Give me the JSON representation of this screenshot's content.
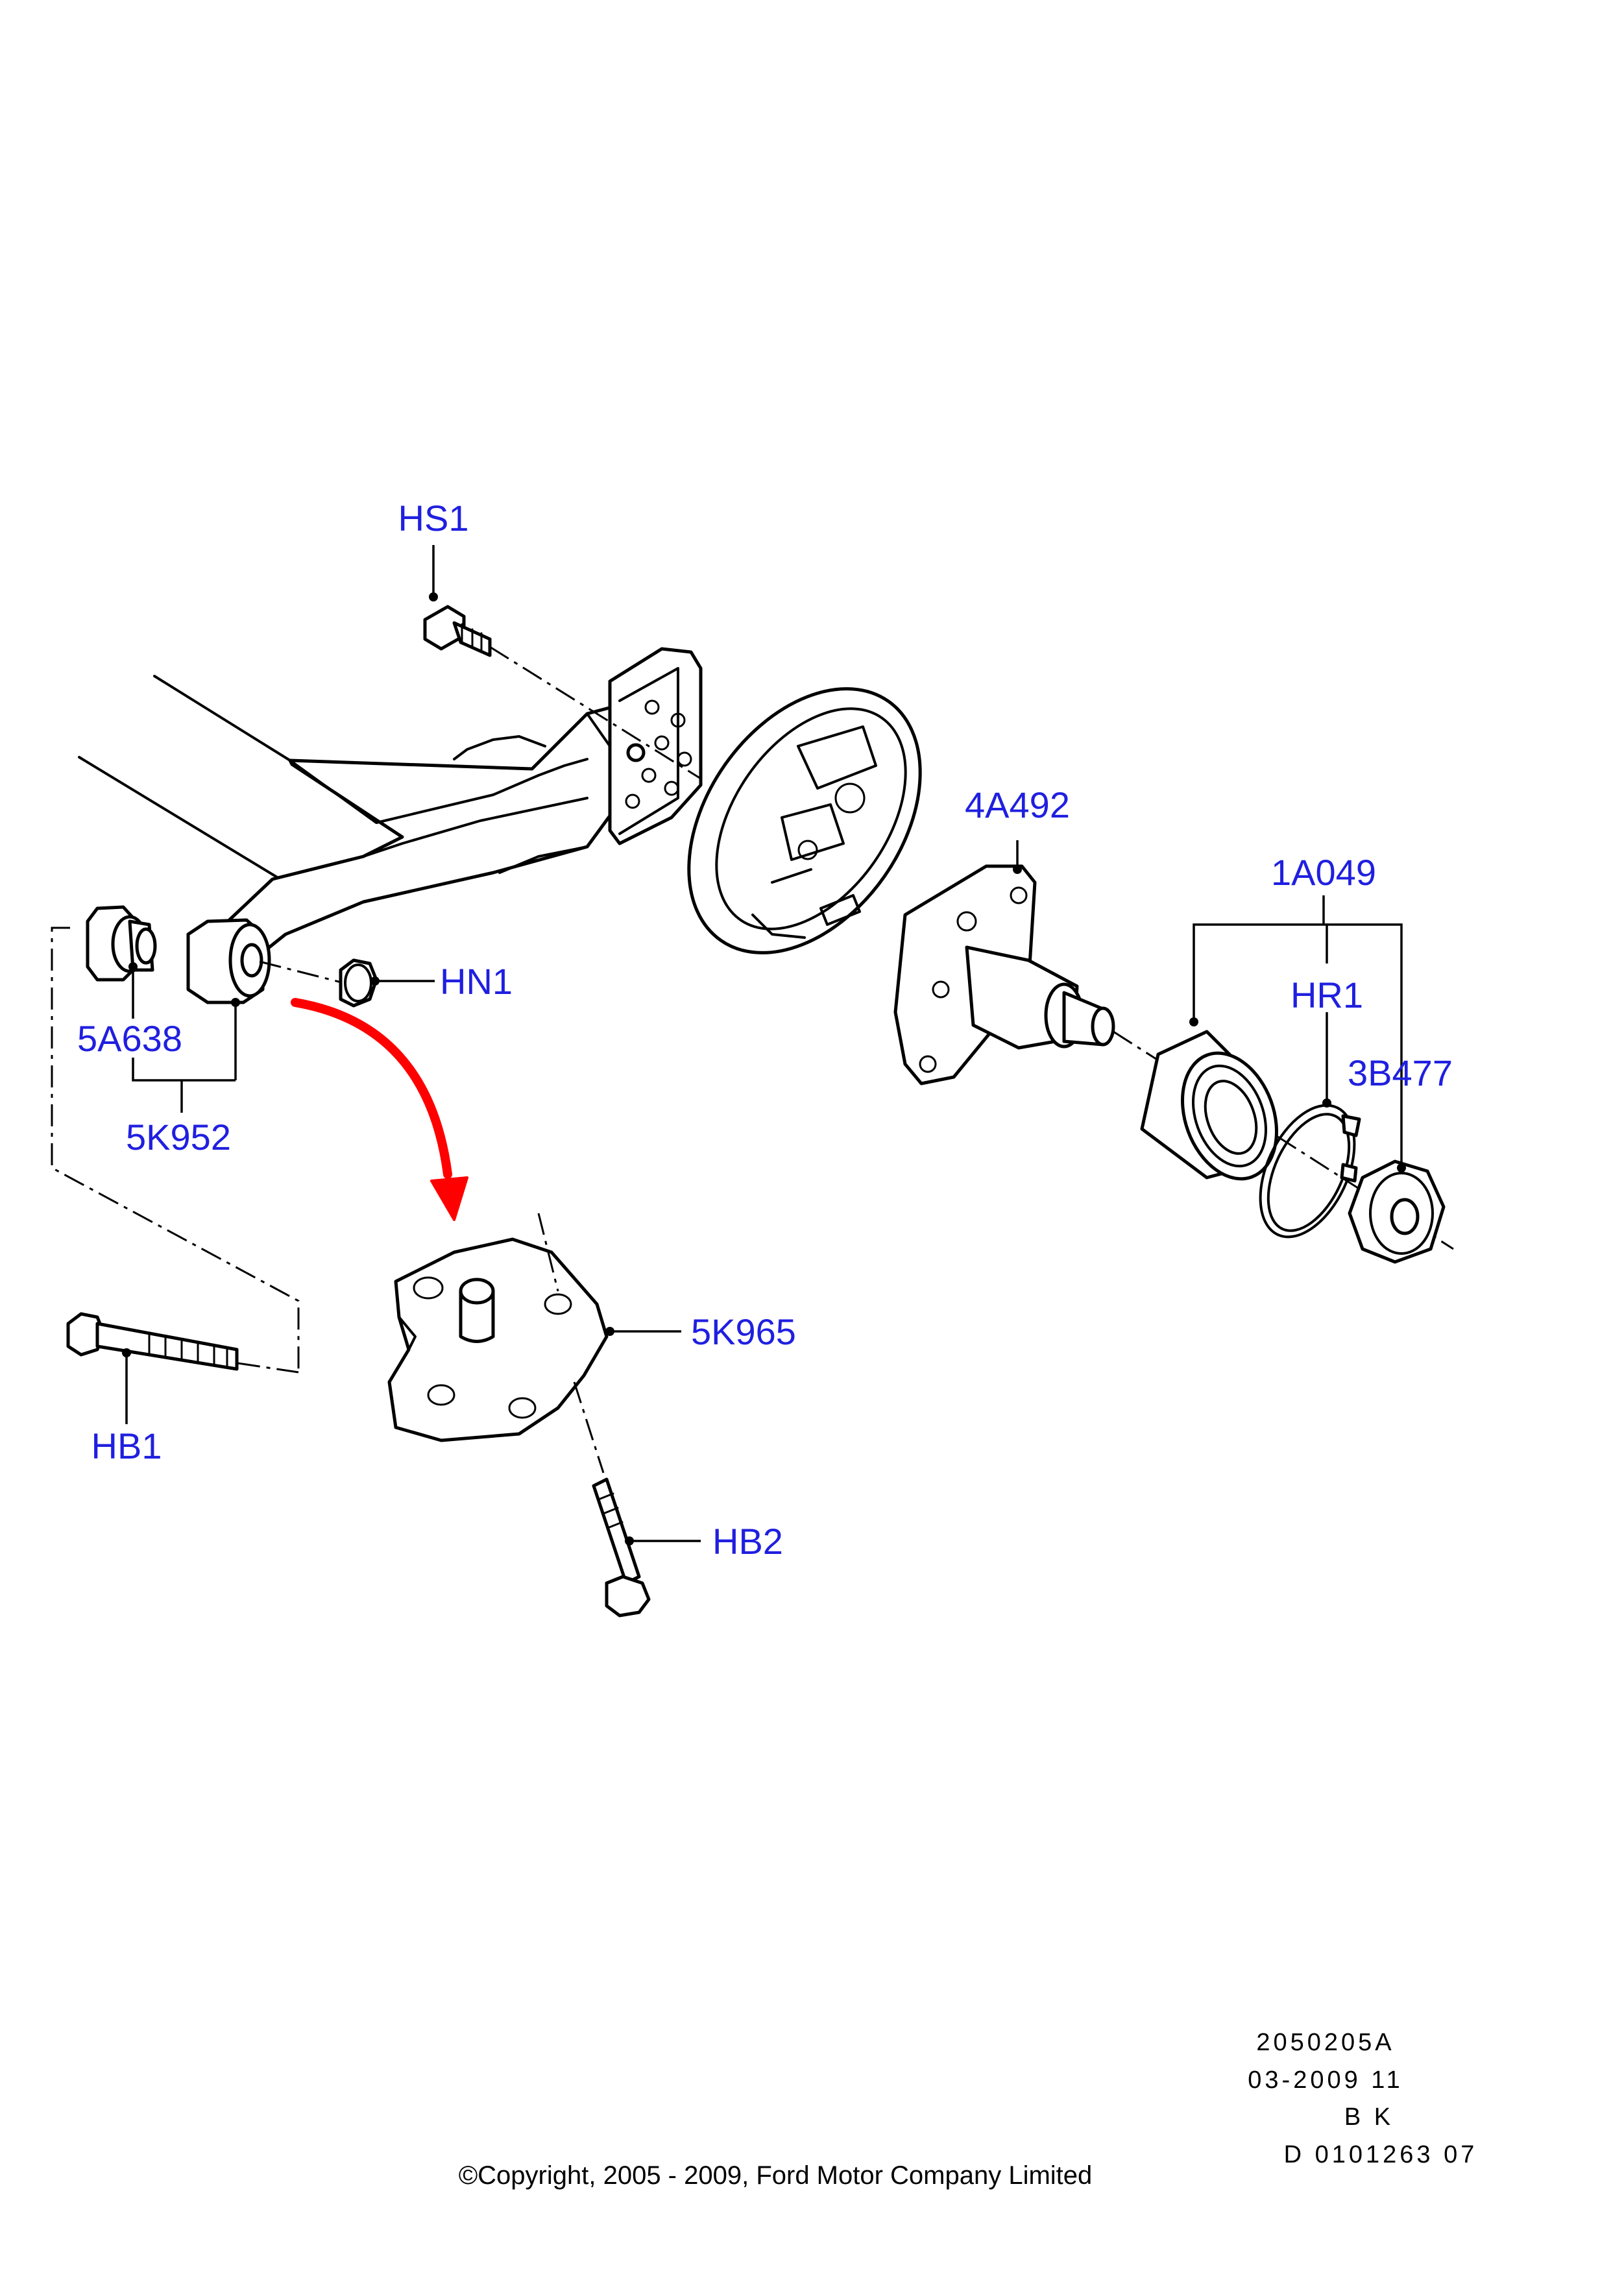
{
  "callouts": {
    "hs1": "HS1",
    "hn1": "HN1",
    "p5a638": "5A638",
    "p5k952": "5K952",
    "p4a492": "4A492",
    "p1a049": "1A049",
    "hr1": "HR1",
    "p3b477": "3B477",
    "p5k965": "5K965",
    "hb1": "HB1",
    "hb2": "HB2"
  },
  "meta": {
    "line1": "2050205A",
    "line2": "03-2009 11",
    "line3": "B K",
    "line4": "D 0101263 07"
  },
  "copyright": "©Copyright, 2005 - 2009, Ford Motor Company Limited",
  "colors": {
    "callout_text": "#1f1fe0",
    "arrow": "#ff0000",
    "linework": "#000000",
    "background": "#ffffff"
  },
  "icons": {
    "arrow": "red-curved-arrow"
  }
}
